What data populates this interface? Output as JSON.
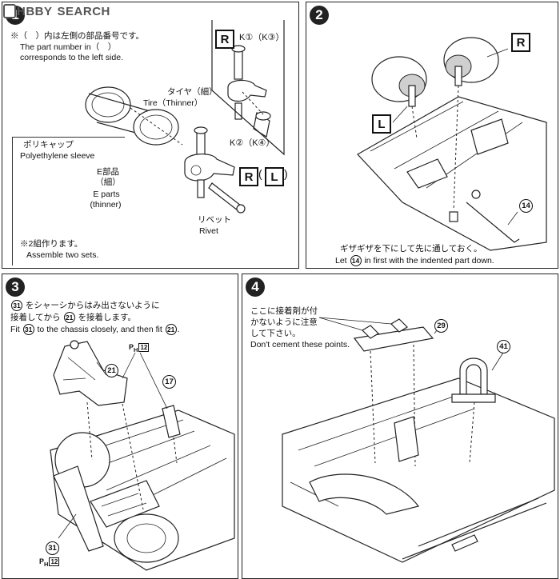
{
  "brand": {
    "prefix": "H",
    "name": "BBY",
    "word": "SEARCH"
  },
  "panel1": {
    "step": "1",
    "note_jp": "※（　）内は左側の部品番号です。",
    "note_en1": "The part number in（　）",
    "note_en2": "corresponds to the left side.",
    "tire_jp": "タイヤ（細）",
    "tire_en": "Tire（Thinner）",
    "sleeve_jp": "ポリキャップ",
    "sleeve_en": "Polyethylene sleeve",
    "eparts_jp1": "E部品",
    "eparts_jp2": "（細）",
    "eparts_en1": "E parts",
    "eparts_en2": "(thinner)",
    "assemble_jp": "※2組作ります。",
    "assemble_en": "Assemble two sets.",
    "rivet_jp": "リベット",
    "rivet_en": "Rivet",
    "tag_R": "R",
    "tag_L": "L",
    "k_top": "K①（K③）",
    "k_bottom": "K②（K④）"
  },
  "panel2": {
    "step": "2",
    "tag_R": "R",
    "tag_L": "L",
    "part": "14",
    "note_jp": "ギザギザを下にして先に通しておく。",
    "note_en_a": "Let",
    "note_en_b": "in first with the indented part down."
  },
  "panel3": {
    "step": "3",
    "line1_jp_b": "をシャーシからはみ出さないように",
    "line2_jp_a": "接着してから",
    "line2_jp_b": "を接着します。",
    "line3_en_a": "Fit",
    "line3_en_b": "to the chassis closely, and then fit",
    "line3_en_c": ".",
    "part_31": "31",
    "part_21": "21",
    "part_17": "17",
    "ph_label": "P",
    "ph_sub": "H",
    "ph_num": "12"
  },
  "panel4": {
    "step": "4",
    "note_jp1": "ここに接着剤が付",
    "note_jp2": "かないように注意",
    "note_jp3": "して下さい。",
    "note_en": "Don't cement these points.",
    "part_29": "29",
    "part_41": "41"
  }
}
